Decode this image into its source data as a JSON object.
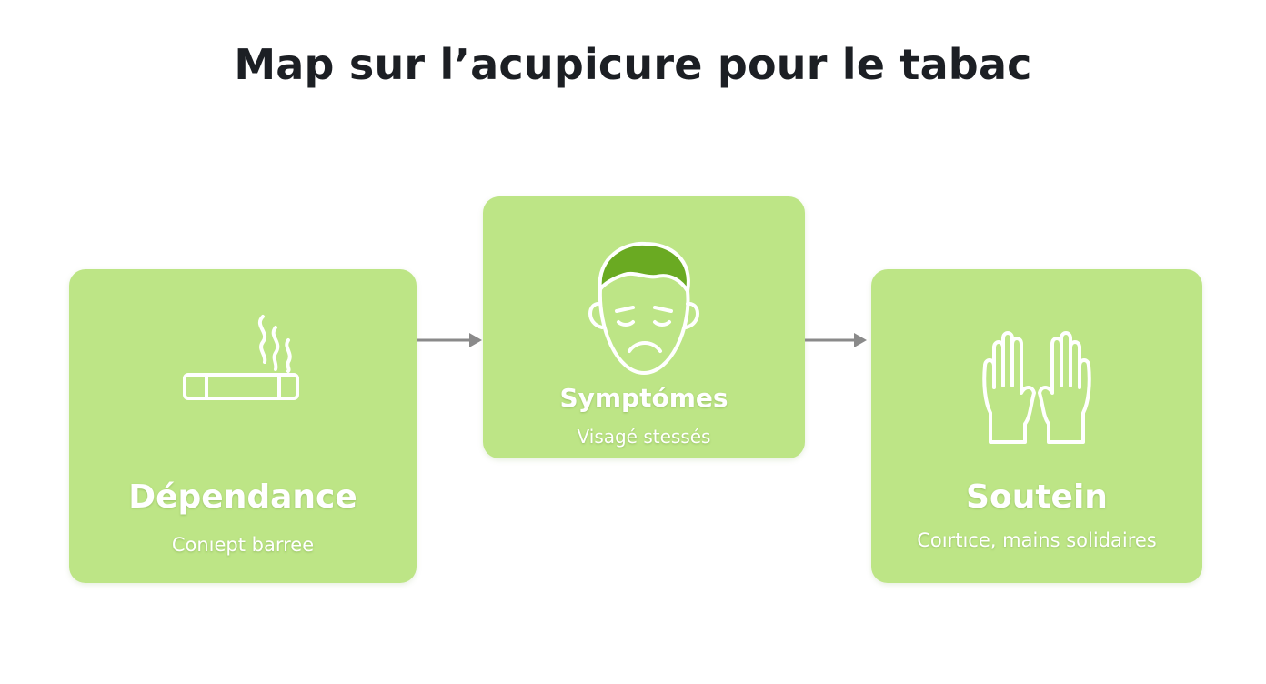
{
  "title": "Map sur l’acupicure pour le tabac",
  "colors": {
    "card": "#bde586",
    "icon_stroke": "#ffffff",
    "hair": "#6aaa22",
    "arrow": "#8a8a8a",
    "title": "#1c1f24"
  },
  "nodes": [
    {
      "title": "Dépendance",
      "subtitle": "Conıept barree",
      "icon": "cigarette-smoke-icon"
    },
    {
      "title": "Symptómes",
      "subtitle": "Visagé stessés",
      "icon": "stressed-face-icon"
    },
    {
      "title": "Soutein",
      "subtitle": "Coırtıce, mains solidaires",
      "icon": "open-hands-icon"
    }
  ],
  "edges": [
    {
      "from": "Dépendance",
      "to": "Symptómes"
    },
    {
      "from": "Symptómes",
      "to": "Soutein"
    }
  ]
}
